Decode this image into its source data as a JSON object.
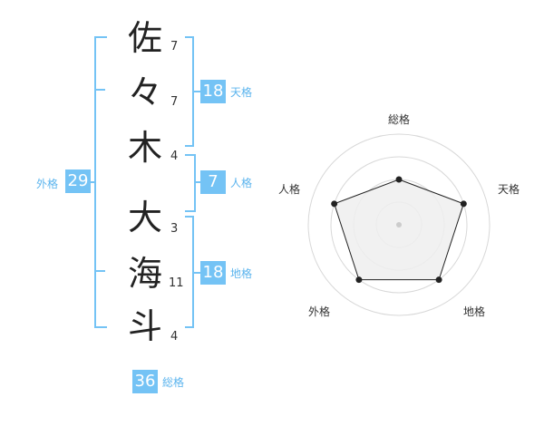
{
  "chars": [
    {
      "char": "佐",
      "strokes": "7"
    },
    {
      "char": "々",
      "strokes": "7"
    },
    {
      "char": "木",
      "strokes": "4"
    },
    {
      "char": "大",
      "strokes": "3"
    },
    {
      "char": "海",
      "strokes": "11"
    },
    {
      "char": "斗",
      "strokes": "4"
    }
  ],
  "fortune": {
    "tenkaku": {
      "value": "18",
      "label": "天格"
    },
    "jinkaku": {
      "value": "7",
      "label": "人格"
    },
    "chikaku": {
      "value": "18",
      "label": "地格"
    },
    "gaikaku": {
      "value": "29",
      "label": "外格"
    },
    "soukaku": {
      "value": "36",
      "label": "総格"
    }
  },
  "radar": {
    "labels": {
      "top": "総格",
      "right": "天格",
      "bottom_right": "地格",
      "bottom_left": "外格",
      "left": "人格"
    },
    "levels": 4,
    "values": {
      "top": 0.5,
      "right": 0.75,
      "bottom_right": 0.75,
      "bottom_left": 0.75,
      "left": 0.75
    }
  },
  "colors": {
    "accent": "#74c3f5",
    "accent_text": "#5bb4ee",
    "radar_fill": "#eeeeee",
    "radar_stroke": "#222222"
  }
}
